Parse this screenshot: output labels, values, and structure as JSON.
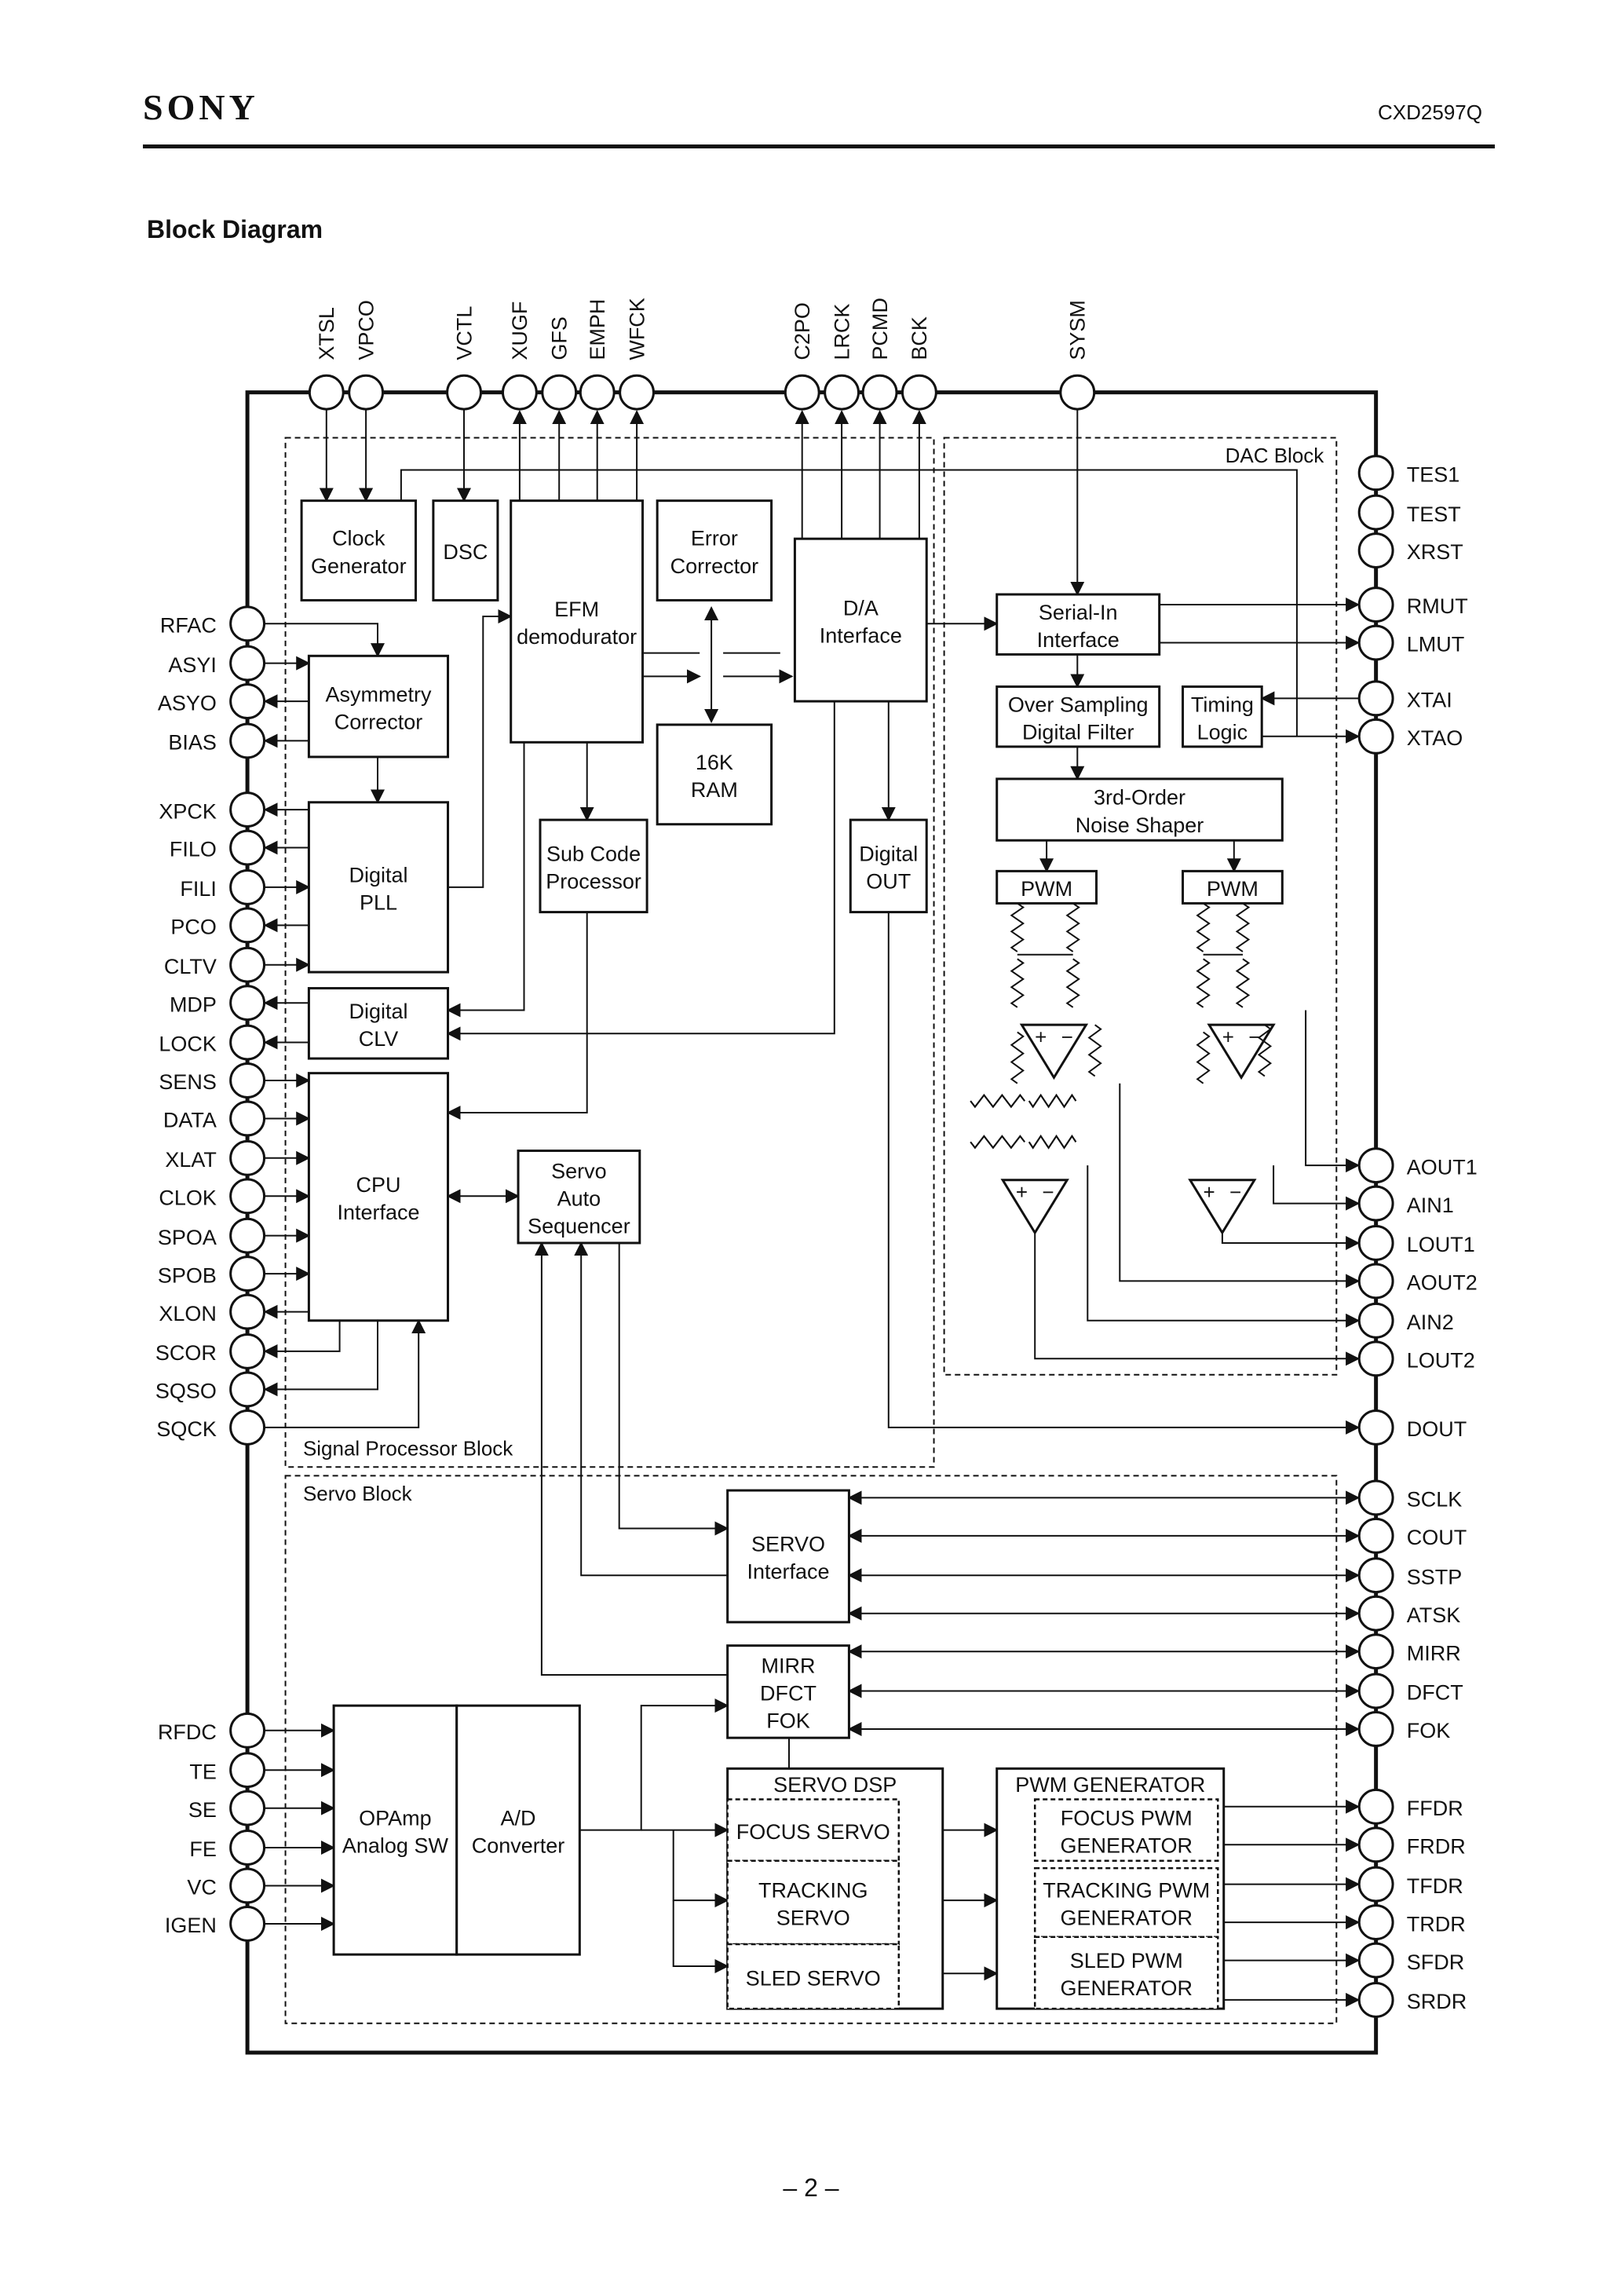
{
  "header": {
    "brand": "SONY",
    "part_number": "CXD2597Q"
  },
  "section_title": "Block Diagram",
  "page_number": "– 2 –",
  "blocks": [
    {
      "id": "clock",
      "lines": [
        "Clock",
        "Generator"
      ],
      "dashed_right": false
    },
    {
      "id": "dsc",
      "lines": [
        "DSC"
      ]
    },
    {
      "id": "efm",
      "lines": [
        "EFM",
        "demodurator"
      ]
    },
    {
      "id": "errcorr",
      "lines": [
        "Error",
        "Corrector"
      ]
    },
    {
      "id": "ram",
      "lines": [
        "16K",
        "RAM"
      ]
    },
    {
      "id": "da",
      "lines": [
        "D/A",
        "Interface"
      ]
    },
    {
      "id": "asym",
      "lines": [
        "Asymmetry",
        "Corrector"
      ]
    },
    {
      "id": "pll",
      "lines": [
        "Digital",
        "PLL"
      ]
    },
    {
      "id": "subcode",
      "lines": [
        "Sub Code",
        "Processor"
      ]
    },
    {
      "id": "dout",
      "lines": [
        "Digital",
        "OUT"
      ]
    },
    {
      "id": "clv",
      "lines": [
        "Digital",
        "CLV"
      ]
    },
    {
      "id": "cpu",
      "lines": [
        "CPU",
        "Interface"
      ]
    },
    {
      "id": "sas",
      "lines": [
        "Servo",
        "Auto",
        "Sequencer"
      ]
    },
    {
      "id": "serial",
      "lines": [
        "Serial-In",
        "Interface"
      ]
    },
    {
      "id": "osdf",
      "lines": [
        "Over Sampling",
        "Digital Filter"
      ]
    },
    {
      "id": "timing",
      "lines": [
        "Timing",
        "Logic"
      ]
    },
    {
      "id": "ns",
      "lines": [
        "3rd-Order",
        "Noise Shaper"
      ]
    },
    {
      "id": "pwm1",
      "lines": [
        "PWM"
      ]
    },
    {
      "id": "pwm2",
      "lines": [
        "PWM"
      ]
    },
    {
      "id": "servoif",
      "lines": [
        "SERVO",
        "Interface"
      ]
    },
    {
      "id": "mirr",
      "lines": [
        "MIRR",
        "DFCT",
        "FOK"
      ]
    },
    {
      "id": "opamp",
      "lines": [
        "OPAmp",
        "Analog SW"
      ]
    },
    {
      "id": "adc",
      "lines": [
        "A/D",
        "Converter"
      ]
    },
    {
      "id": "servodsp",
      "lines": [
        "SERVO DSP"
      ]
    },
    {
      "id": "focus",
      "lines": [
        "FOCUS SERVO"
      ]
    },
    {
      "id": "tracking",
      "lines": [
        "TRACKING",
        "SERVO"
      ]
    },
    {
      "id": "sled",
      "lines": [
        "SLED SERVO"
      ]
    },
    {
      "id": "pwmgen",
      "lines": [
        "PWM GENERATOR"
      ]
    },
    {
      "id": "focuspwm",
      "lines": [
        "FOCUS PWM",
        "GENERATOR"
      ]
    },
    {
      "id": "trackpwm",
      "lines": [
        "TRACKING PWM",
        "GENERATOR"
      ]
    },
    {
      "id": "sledpwm",
      "lines": [
        "SLED PWM",
        "GENERATOR"
      ]
    }
  ],
  "region_labels": {
    "dac": "DAC Block",
    "signal": "Signal Processor Block",
    "servo": "Servo Block"
  },
  "top_pins": [
    "XTSL",
    "VPCO",
    "VCTL",
    "XUGF",
    "GFS",
    "EMPH",
    "WFCK",
    "C2PO",
    "LRCK",
    "PCMD",
    "BCK",
    "SYSM"
  ],
  "left_pins": [
    "RFAC",
    "ASYI",
    "ASYO",
    "BIAS",
    "XPCK",
    "FILO",
    "FILI",
    "PCO",
    "CLTV",
    "MDP",
    "LOCK",
    "SENS",
    "DATA",
    "XLAT",
    "CLOK",
    "SPOA",
    "SPOB",
    "XLON",
    "SCOR",
    "SQSO",
    "SQCK",
    "RFDC",
    "TE",
    "SE",
    "FE",
    "VC",
    "IGEN"
  ],
  "right_pins": [
    "TES1",
    "TEST",
    "XRST",
    "RMUT",
    "LMUT",
    "XTAI",
    "XTAO",
    "AOUT1",
    "AIN1",
    "LOUT1",
    "AOUT2",
    "AIN2",
    "LOUT2",
    "DOUT",
    "SCLK",
    "COUT",
    "SSTP",
    "ATSK",
    "MIRR",
    "DFCT",
    "FOK",
    "FFDR",
    "FRDR",
    "TFDR",
    "TRDR",
    "SFDR",
    "SRDR"
  ]
}
